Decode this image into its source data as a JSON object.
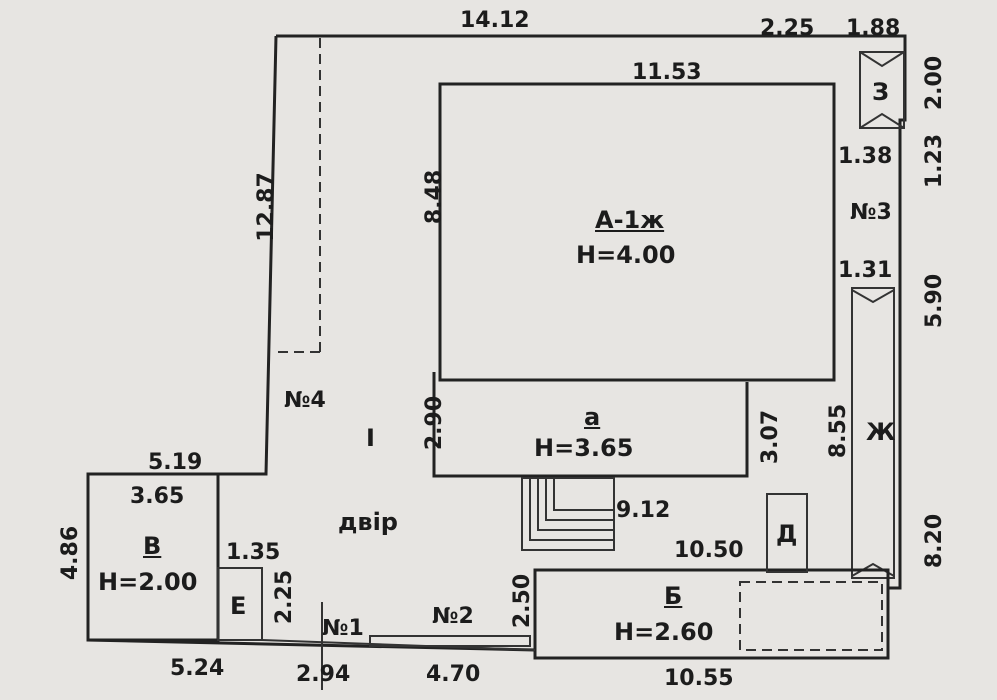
{
  "buildings": {
    "a1": {
      "code": "А-1ж",
      "height": "H=4.00"
    },
    "a": {
      "code": "а",
      "height": "H=3.65"
    },
    "b": {
      "code": "Б",
      "height": "H=2.60"
    },
    "v": {
      "code": "В",
      "height": "H=2.00"
    },
    "d": {
      "code": "Д"
    },
    "e": {
      "code": "Е"
    },
    "zh": {
      "code": "Ж"
    },
    "z": {
      "code": "З"
    }
  },
  "areas": {
    "courtyard": "двір",
    "roman_one": "I",
    "fence_1": "№1",
    "fence_2": "№2",
    "fence_3": "№3",
    "fence_4": "№4"
  },
  "dimensions": {
    "top_length": "14.12",
    "top_right_a": "2.25",
    "top_right_b": "1.88",
    "a1_top": "11.53",
    "right_2_00": "2.00",
    "right_1_23": "1.23",
    "z_bottom": "1.38",
    "zh_top": "1.31",
    "right_5_90": "5.90",
    "right_8_20": "8.20",
    "left_12_87": "12.87",
    "a1_side": "8.48",
    "a_side": "2.90",
    "a_right": "3.07",
    "zh_length": "8.55",
    "steps": "9.12",
    "b_top": "10.50",
    "b_side": "2.50",
    "v_top_outer": "5.19",
    "v_top_inner": "3.65",
    "v_side": "4.86",
    "e_top": "1.35",
    "e_side": "2.25",
    "bottom_5_24": "5.24",
    "bottom_2_94": "2.94",
    "bottom_4_70": "4.70",
    "bottom_10_55": "10.55"
  }
}
